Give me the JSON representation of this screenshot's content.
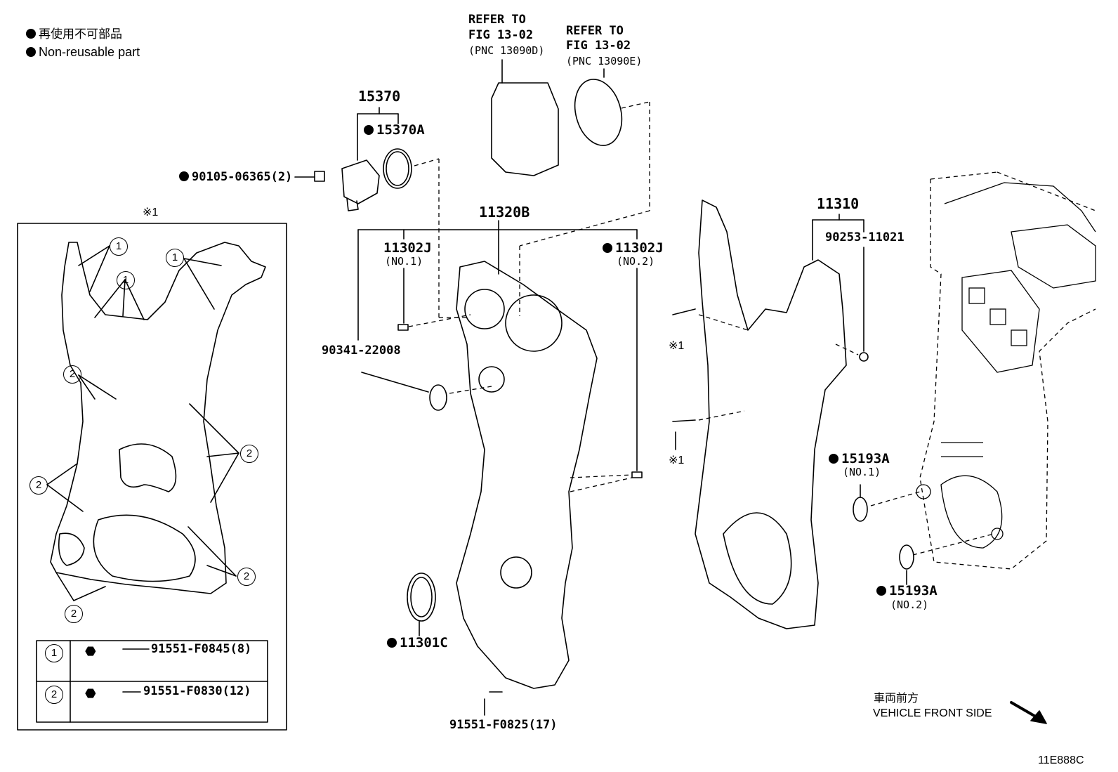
{
  "legend": {
    "line1_jp": "再使用不可部品",
    "line2_en": "Non-reusable part"
  },
  "refer_1": {
    "l1": "REFER TO",
    "l2": "FIG 13-02",
    "l3": "(PNC 13090D)"
  },
  "refer_2": {
    "l1": "REFER TO",
    "l2": "FIG 13-02",
    "l3": "(PNC 13090E)"
  },
  "parts": {
    "p15370": "15370",
    "p15370A": "15370A",
    "p90105": "90105-06365(2)",
    "p11320B": "11320B",
    "p11302J_1": "11302J",
    "p11302J_1_sub": "(NO.1)",
    "p11302J_2": "11302J",
    "p11302J_2_sub": "(NO.2)",
    "p90341": "90341-22008",
    "p11301C": "11301C",
    "p91551_F0825": "91551-F0825(17)",
    "p11310": "11310",
    "p90253": "90253-11021",
    "p15193A_1": "15193A",
    "p15193A_1_sub": "(NO.1)",
    "p15193A_2": "15193A",
    "p15193A_2_sub": "(NO.2)"
  },
  "ref_marks": {
    "box_title": "※1",
    "bolt_upper": "※1",
    "bolt_lower": "※1"
  },
  "detail_table": {
    "rows": [
      {
        "num": "1",
        "part": "91551-F0845(8)"
      },
      {
        "num": "2",
        "part": "91551-F0830(12)"
      }
    ]
  },
  "callouts": {
    "one": "1",
    "two": "2"
  },
  "direction": {
    "jp": "車両前方",
    "en": "VEHICLE FRONT SIDE"
  },
  "figure_code": "11E888C"
}
